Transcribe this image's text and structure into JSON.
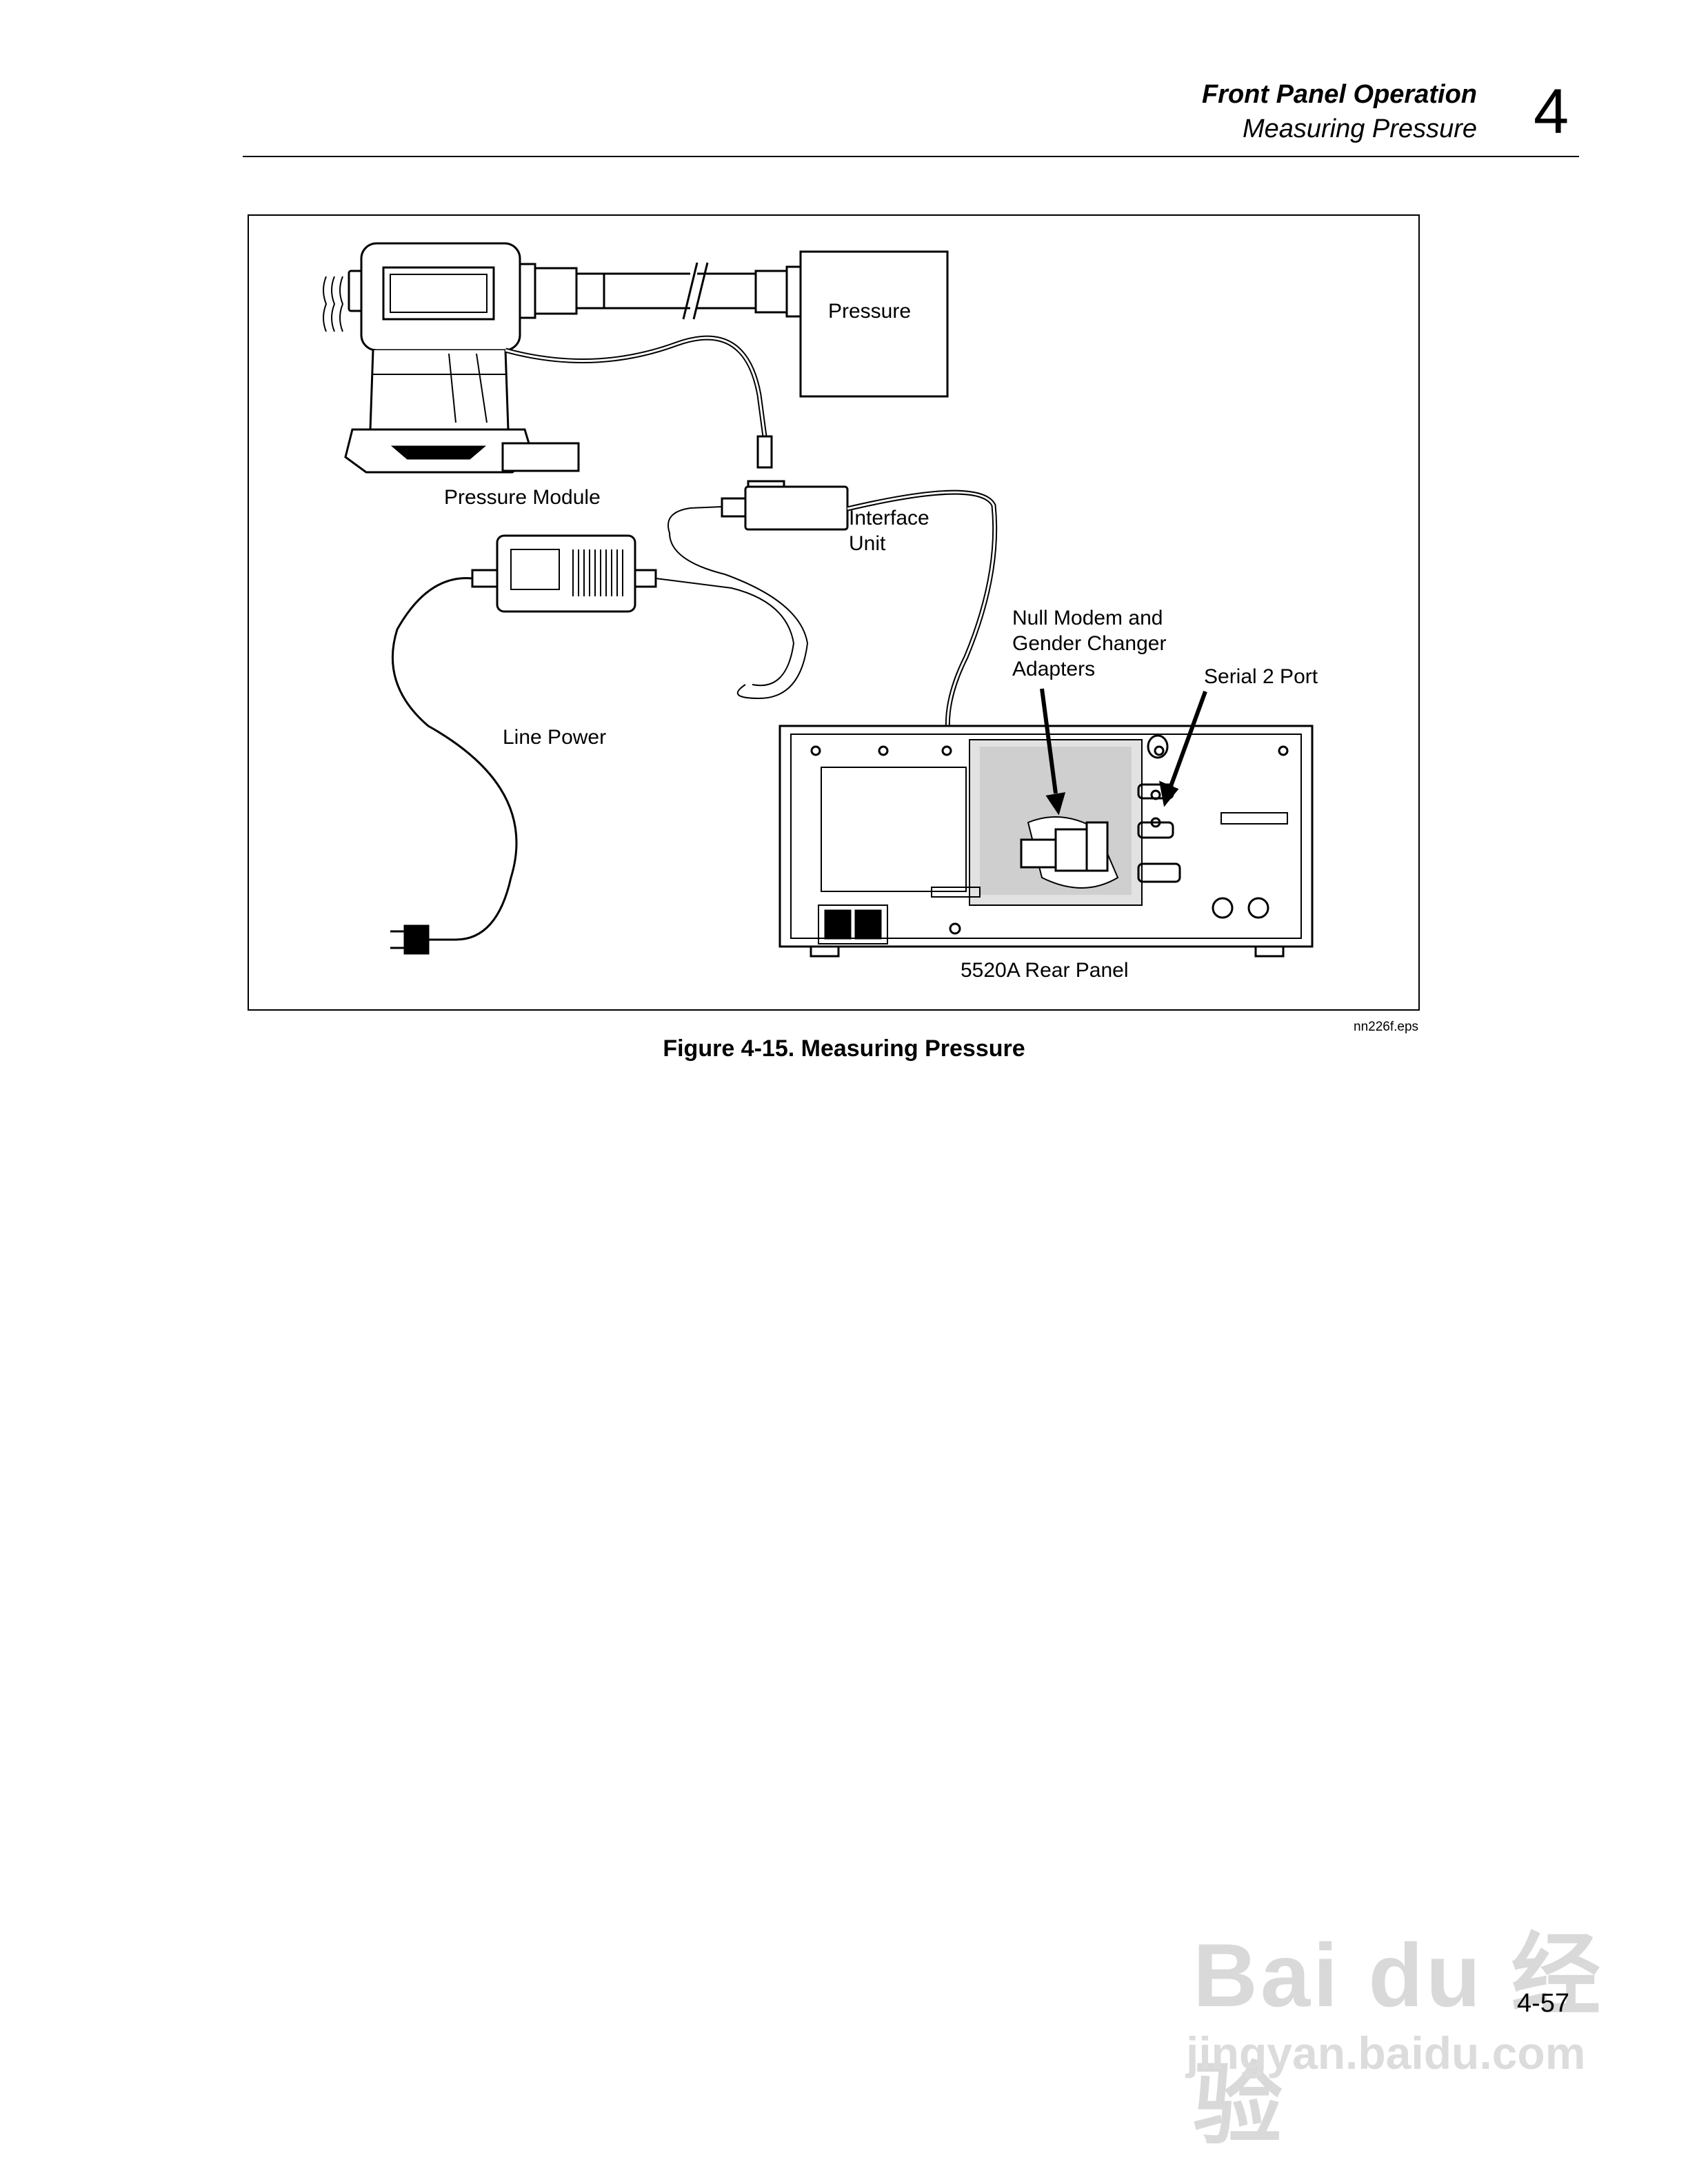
{
  "header": {
    "section_title": "Front Panel Operation",
    "subsection_title": "Measuring Pressure",
    "chapter_number": "4"
  },
  "figure": {
    "labels": {
      "pressure": "Pressure",
      "pressure_module": "Pressure Module",
      "interface_unit": "Interface\nUnit",
      "null_modem": "Null Modem and\nGender Changer\nAdapters",
      "serial_port": "Serial 2 Port",
      "line_power": "Line Power",
      "rear_panel": "5520A Rear Panel"
    },
    "file_name": "nn226f.eps",
    "caption": "Figure 4-15. Measuring Pressure"
  },
  "footer": {
    "page_number": "4-57"
  },
  "watermark": {
    "logo": "Bai du 经验",
    "url": "jingyan.baidu.com"
  }
}
